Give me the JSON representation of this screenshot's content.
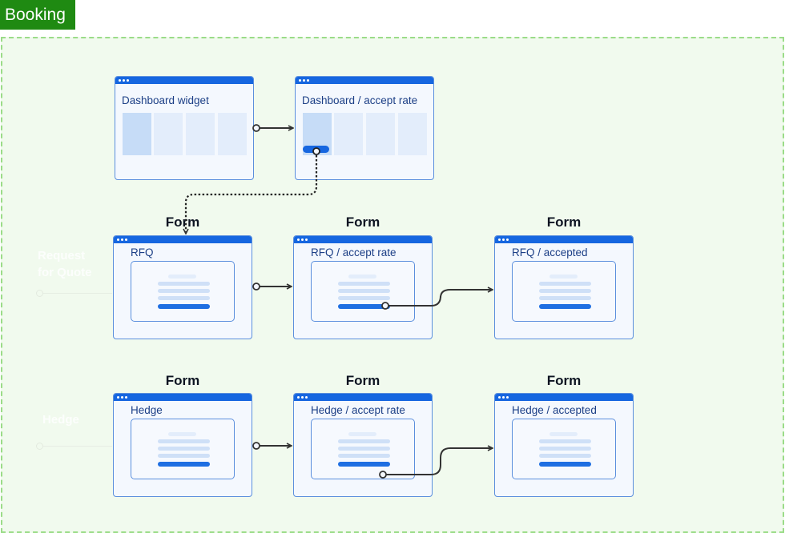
{
  "booking_label": "Booking",
  "lanes": {
    "rfq": "Request\nfor Quote",
    "hedge": "Hedge"
  },
  "form_label": "Form",
  "windows": {
    "dashboard_widget": "Dashboard widget",
    "dashboard_accept_rate": "Dashboard / accept rate",
    "rfq": "RFQ",
    "rfq_accept_rate": "RFQ / accept rate",
    "rfq_accepted": "RFQ / accepted",
    "hedge": "Hedge",
    "hedge_accept_rate": "Hedge / accept rate",
    "hedge_accepted": "Hedge / accepted"
  },
  "colors": {
    "accent": "#1666e0",
    "booking_green": "#1f8a12",
    "area_border": "#9bdc88",
    "connector": "#333333"
  }
}
